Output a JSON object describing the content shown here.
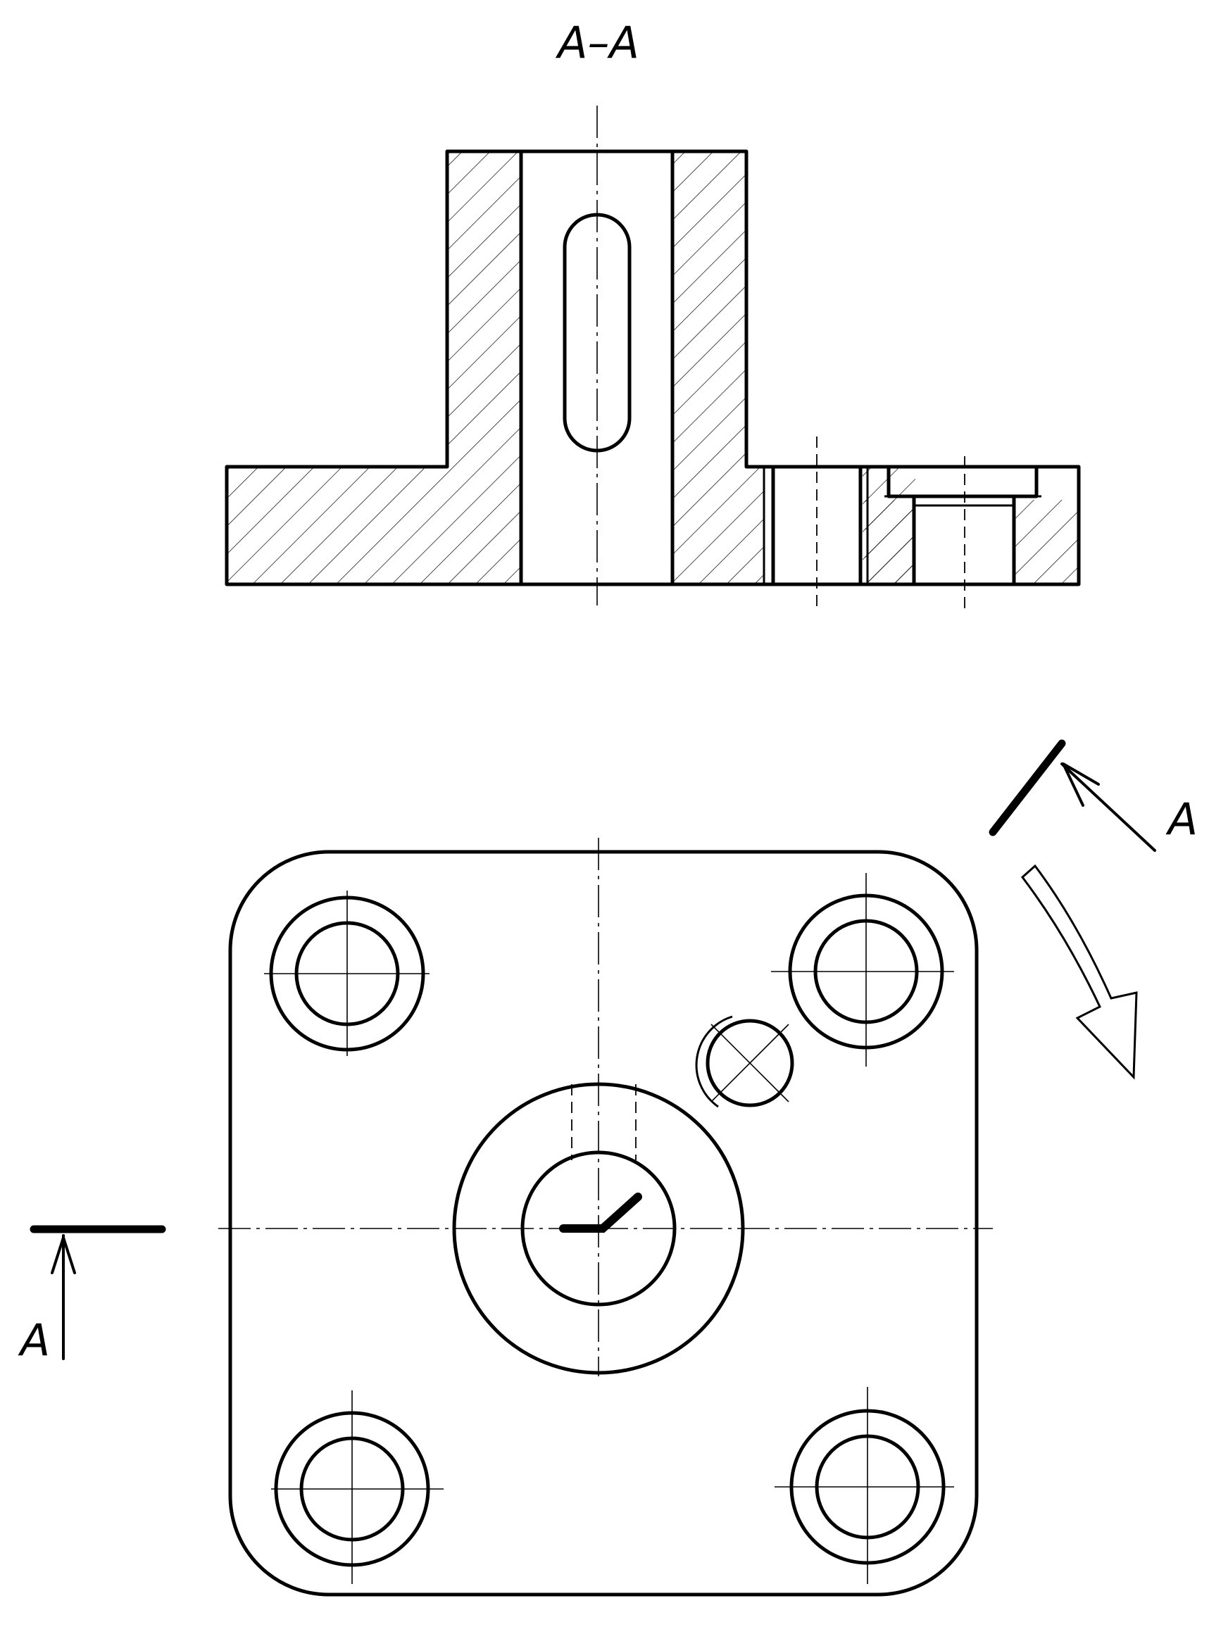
{
  "section_view": {
    "title": "A–A"
  },
  "plan_view": {
    "cutting_plane_left_label": "A",
    "cutting_plane_right_label": "A"
  },
  "colors": {
    "line": "#000000",
    "background": "#ffffff"
  }
}
